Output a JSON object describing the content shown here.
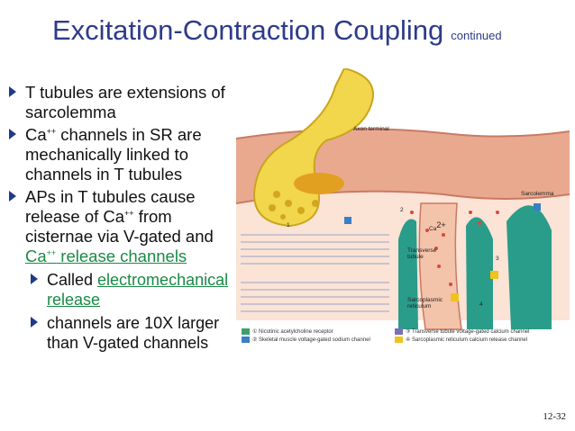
{
  "slide": {
    "title": "Excitation-Contraction Coupling",
    "title_suffix": "continued",
    "page_number": "12-32"
  },
  "bullets": {
    "b1": "T tubules are extensions of sarcolemma",
    "b2_pre": "Ca",
    "b2_sup": "++",
    "b2_post": " channels in SR are mechanically linked to channels in T tubules",
    "b3_pre": "APs in T tubules cause release of Ca",
    "b3_sup": "++",
    "b3_mid": " from cisternae via V-gated and ",
    "b3_link_pre": "Ca",
    "b3_link_sup": "++",
    "b3_link_post": " release channels",
    "sub1_pre": "Called ",
    "sub1_link": "electromechanical release",
    "sub2": "channels are 10X larger than V-gated channels"
  },
  "figure": {
    "labels": {
      "axon_terminal": "Axon terminal",
      "sarcolemma": "Sarcolemma",
      "transverse_tubule": "Transverse tubule",
      "sarcoplasmic_reticulum": "Sarcoplasmic reticulum",
      "ca": "Ca",
      "ca_sup": "2+",
      "n1": "1",
      "n2": "2",
      "n3": "3",
      "n4": "4"
    },
    "legend": {
      "l1": "① Nicotinic acetylcholine receptor",
      "l2": "② Skeletal muscle voltage-gated sodium channel",
      "l3": "③ Transverse tubule voltage-gated calcium channel",
      "l4": "④ Sarcoplasmic reticulum calcium release channel"
    },
    "colors": {
      "axon": "#f2d64b",
      "membrane": "#e9a98f",
      "cytoplasm": "#fbe3d6",
      "sr": "#2a9c8a",
      "channel_blue": "#3a7fc4",
      "channel_yellow": "#f0c21c"
    }
  }
}
